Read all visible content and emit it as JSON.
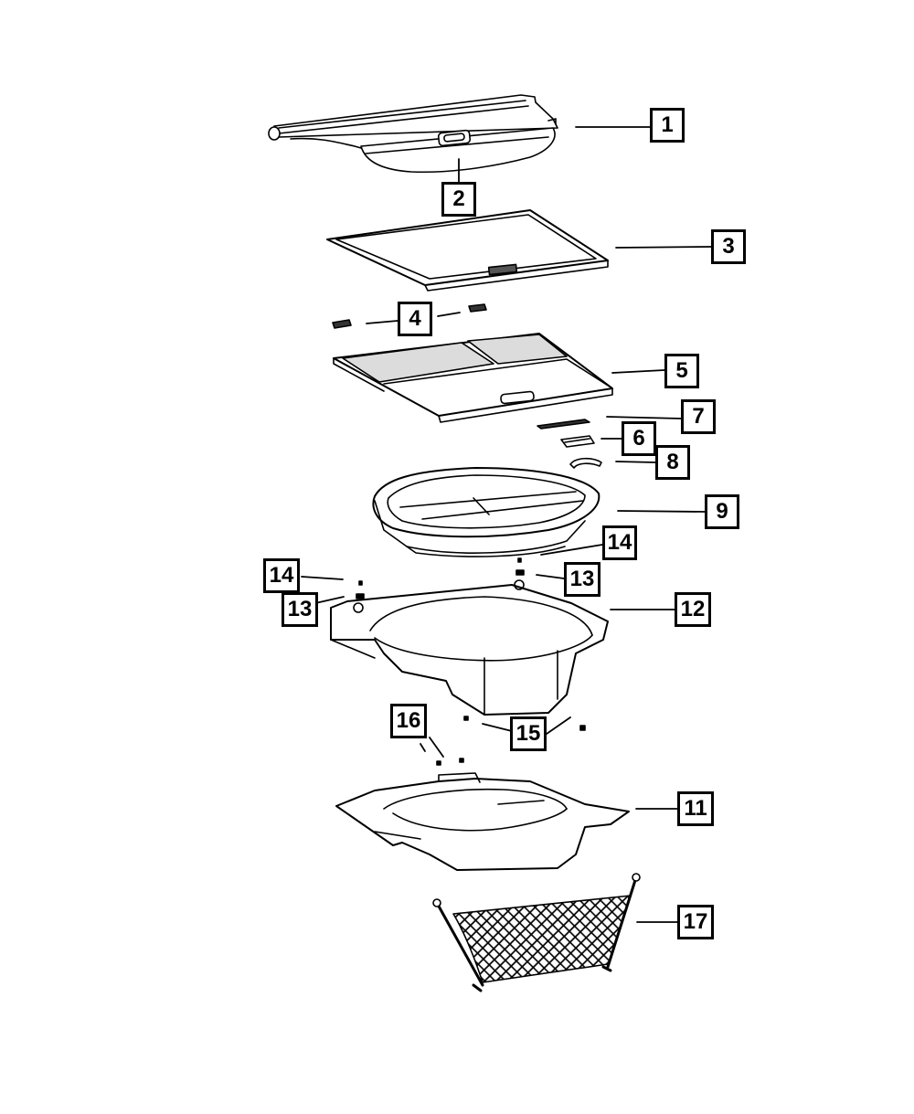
{
  "callouts": {
    "c1": "1",
    "c2": "2",
    "c3": "3",
    "c4": "4",
    "c5": "5",
    "c6": "6",
    "c7": "7",
    "c8": "8",
    "c9": "9",
    "c11": "11",
    "c12": "12",
    "c13a": "13",
    "c13b": "13",
    "c14a": "14",
    "c14b": "14",
    "c15": "15",
    "c16": "16",
    "c17": "17"
  },
  "colors": {
    "stroke": "#000000",
    "fill": "#ffffff",
    "shade": "#dcdcdc"
  }
}
